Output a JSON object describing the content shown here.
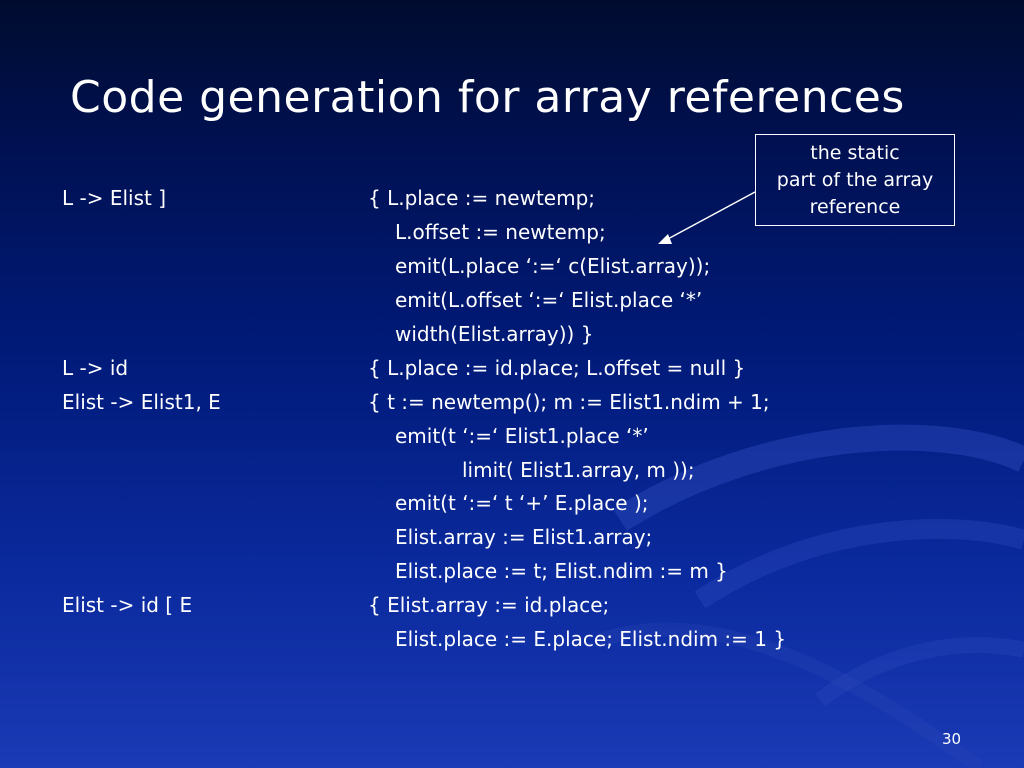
{
  "slide": {
    "title": "Code generation for array references",
    "page_number": "30"
  },
  "callout": {
    "lines": [
      "the static",
      "part of the array",
      "reference"
    ]
  },
  "rules": [
    {
      "lhs": "L -> Elist ]",
      "actions": [
        "{ L.place := newtemp;",
        "L.offset := newtemp;",
        "emit(L.place ‘:=‘ c(Elist.array));",
        "emit(L.offset ‘:=‘ Elist.place ‘*’",
        "width(Elist.array)) }"
      ]
    },
    {
      "lhs": "L -> id",
      "actions": [
        "{ L.place := id.place; L.offset = null }"
      ]
    },
    {
      "lhs": "Elist -> Elist1, E",
      "actions": [
        "{ t := newtemp(); m := Elist1.ndim + 1;",
        "emit(t ‘:=‘ Elist1.place ‘*’",
        "limit( Elist1.array, m ));",
        "emit(t ‘:=‘ t ‘+’ E.place );",
        "Elist.array := Elist1.array;",
        "Elist.place := t; Elist.ndim := m }"
      ]
    },
    {
      "lhs": "Elist -> id [ E",
      "actions": [
        "{ Elist.array := id.place;",
        "Elist.place := E.place; Elist.ndim := 1 }"
      ]
    }
  ]
}
